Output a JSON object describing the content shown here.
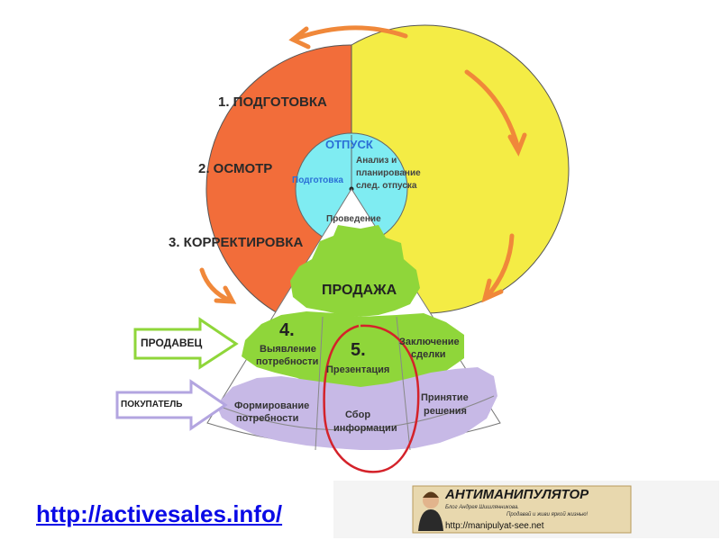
{
  "stages": {
    "prep": "1. ПОДГОТОВКА",
    "inspect": "2. ОСМОТР",
    "adjust": "3. КОРРЕКТИРОВКА"
  },
  "inner": {
    "title": "ОТПУСК",
    "prep": "Подготовка",
    "analysis_line1": "Анализ и",
    "analysis_line2": "планирование",
    "analysis_line3": "след. отпуска",
    "conduct": "Проведение"
  },
  "sale": "ПРОДАЖА",
  "seller": {
    "label": "ПРОДАВЕЦ",
    "step4_num": "4.",
    "step4_line1": "Выявление",
    "step4_line2": "потребности",
    "step5_num": "5.",
    "step5_label": "Презентация",
    "close_line1": "Заключение",
    "close_line2": "сделки"
  },
  "buyer": {
    "label": "ПОКУПАТЕЛЬ",
    "form_line1": "Формирование",
    "form_line2": "потребности",
    "collect_line1": "Сбор",
    "collect_line2": "информации",
    "decision_line1": "Принятие",
    "decision_line2": "решения"
  },
  "url": "http://activesales.info/",
  "banner": {
    "title": "АНТИМАНИПУЛЯТОР",
    "sub1": "Блог Андрея Шишлянникова.",
    "sub2": "Продавай и живи яркой жизнью!",
    "url": "http://manipulyat-see.net"
  },
  "colors": {
    "orange": "#f26d3a",
    "yellow": "#f4ec45",
    "cyan": "#7fecf2",
    "green": "#8fd63a",
    "lavender": "#c7b9e6",
    "arrow": "#f0883a",
    "circle_red": "#d4222a"
  }
}
